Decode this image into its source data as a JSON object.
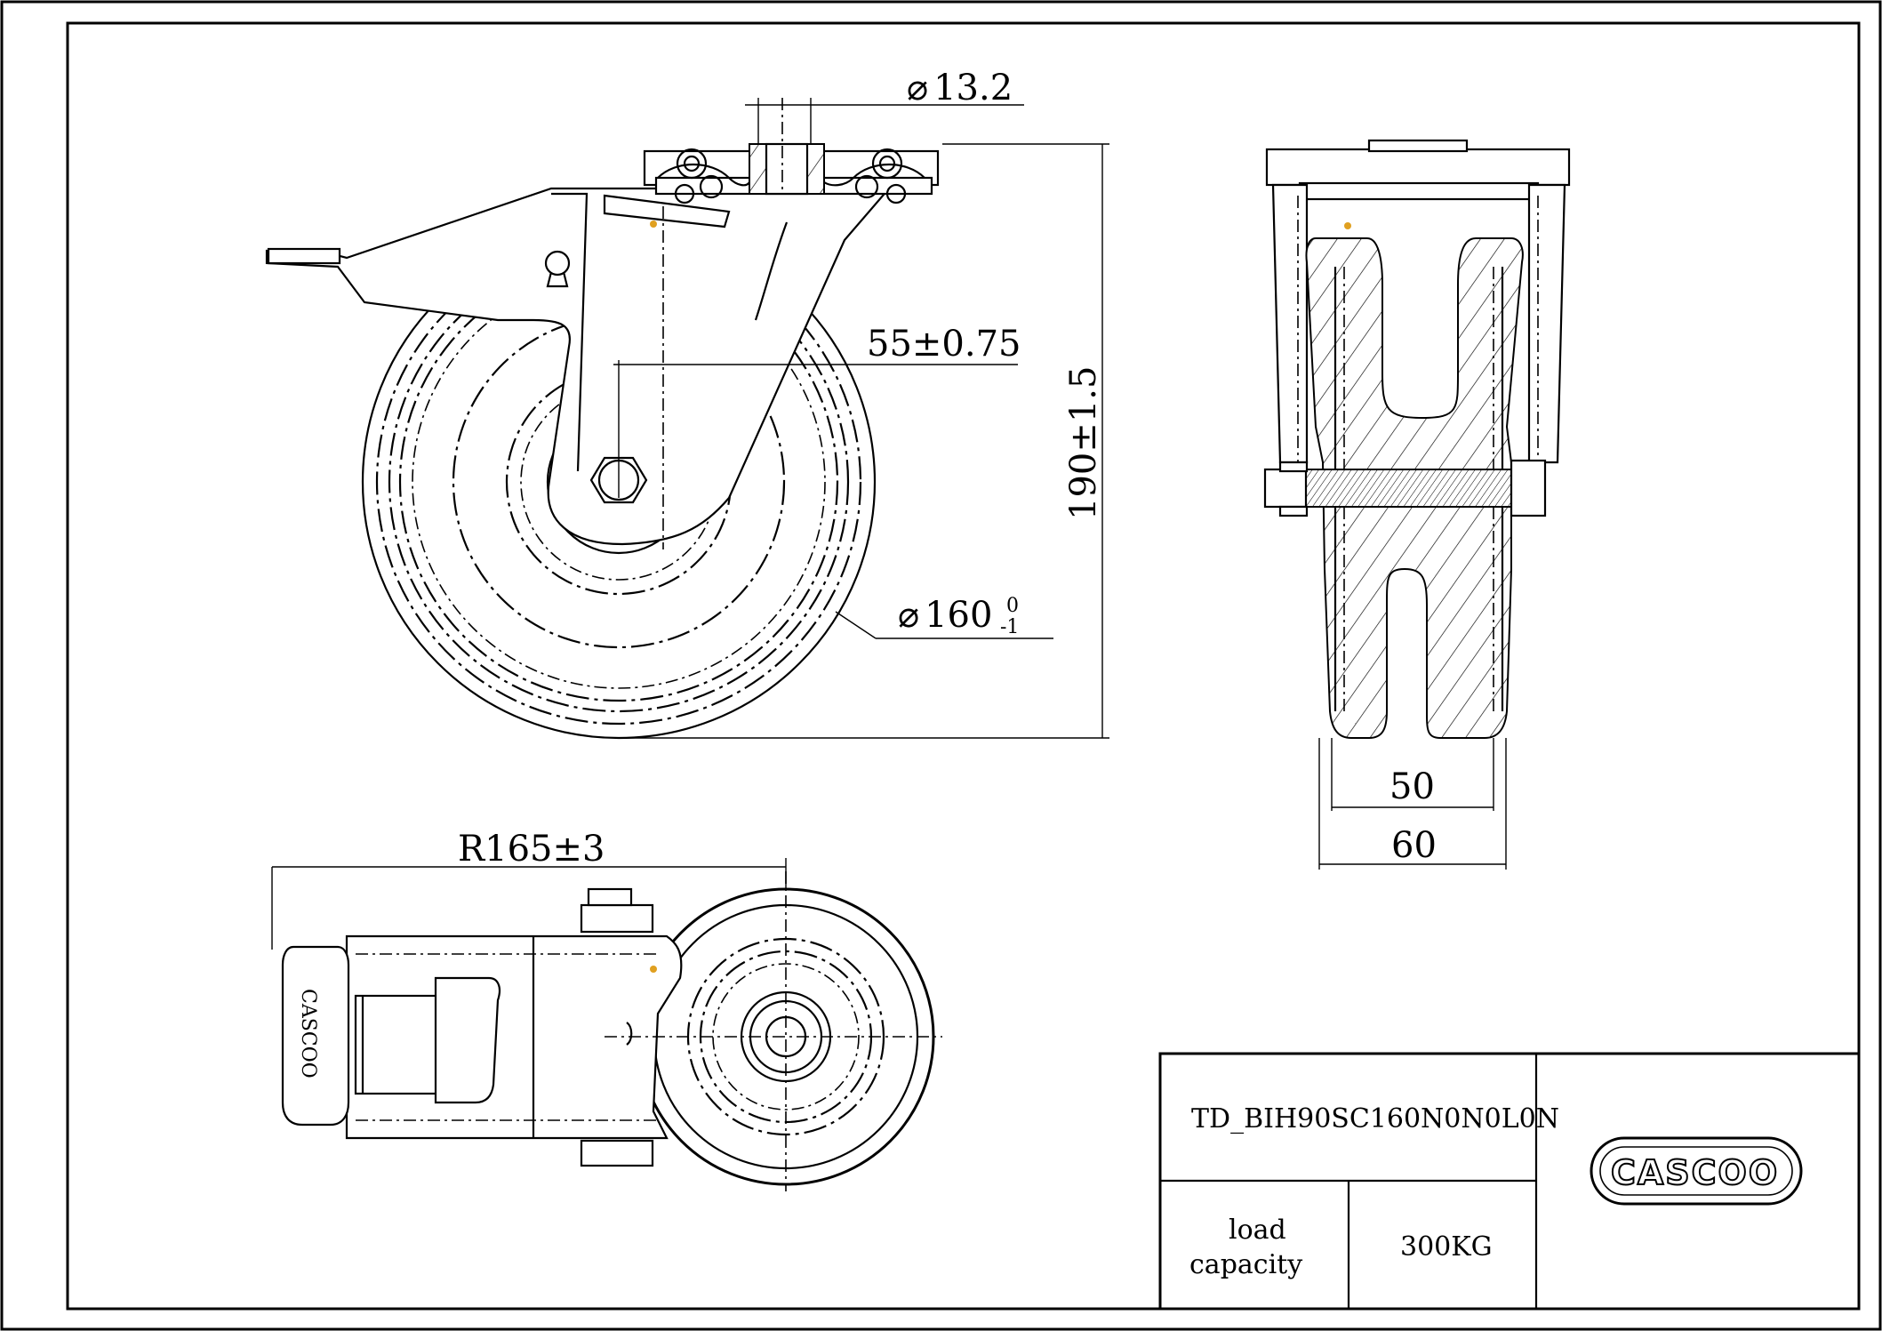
{
  "dimensions": {
    "plate_bolt_hole": "13.2",
    "swivel_offset": "55±0.75",
    "overall_height": "190±1.5",
    "wheel_diameter": "160",
    "wheel_diameter_tol_upper": "0",
    "wheel_diameter_tol_lower": "-1",
    "tread_width": "50",
    "wheel_width": "60",
    "swivel_radius": "R165±3"
  },
  "dimension_symbols": {
    "diameter": "⌀"
  },
  "title_block": {
    "part_number": "TD_BIH90SC160N0N0L0N",
    "load_label_line1": "load",
    "load_label_line2": "capacity",
    "load_value": "300KG",
    "logo_text": "CASCOO"
  },
  "icons": {
    "logo": "cascoo-logo",
    "brake_pedal_logo": "cascoo-pedal-logo"
  },
  "colors": {
    "line": "#000000",
    "background": "#ffffff",
    "accent_marker": "#e0a020"
  }
}
